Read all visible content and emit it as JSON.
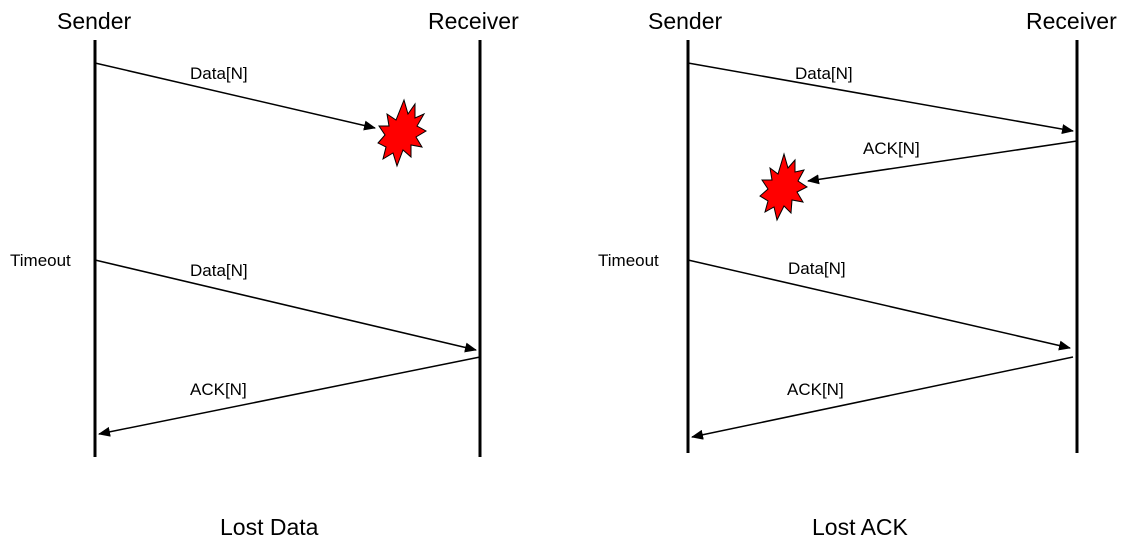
{
  "diagrams": [
    {
      "sender_label": "Sender",
      "receiver_label": "Receiver",
      "timeout_label": "Timeout",
      "caption": "Lost Data",
      "messages": [
        {
          "label": "Data[N]",
          "direction": "sender-to-receiver",
          "outcome": "lost"
        },
        {
          "label": "Data[N]",
          "direction": "sender-to-receiver",
          "outcome": "delivered"
        },
        {
          "label": "ACK[N]",
          "direction": "receiver-to-sender",
          "outcome": "delivered"
        }
      ]
    },
    {
      "sender_label": "Sender",
      "receiver_label": "Receiver",
      "timeout_label": "Timeout",
      "caption": "Lost ACK",
      "messages": [
        {
          "label": "Data[N]",
          "direction": "sender-to-receiver",
          "outcome": "delivered"
        },
        {
          "label": "ACK[N]",
          "direction": "receiver-to-sender",
          "outcome": "lost"
        },
        {
          "label": "Data[N]",
          "direction": "sender-to-receiver",
          "outcome": "delivered"
        },
        {
          "label": "ACK[N]",
          "direction": "receiver-to-sender",
          "outcome": "delivered"
        }
      ]
    }
  ],
  "colors": {
    "line": "#000000",
    "explosion_fill": "#ff0000",
    "explosion_stroke": "#000000"
  },
  "icons": {
    "loss": "explosion-icon"
  }
}
